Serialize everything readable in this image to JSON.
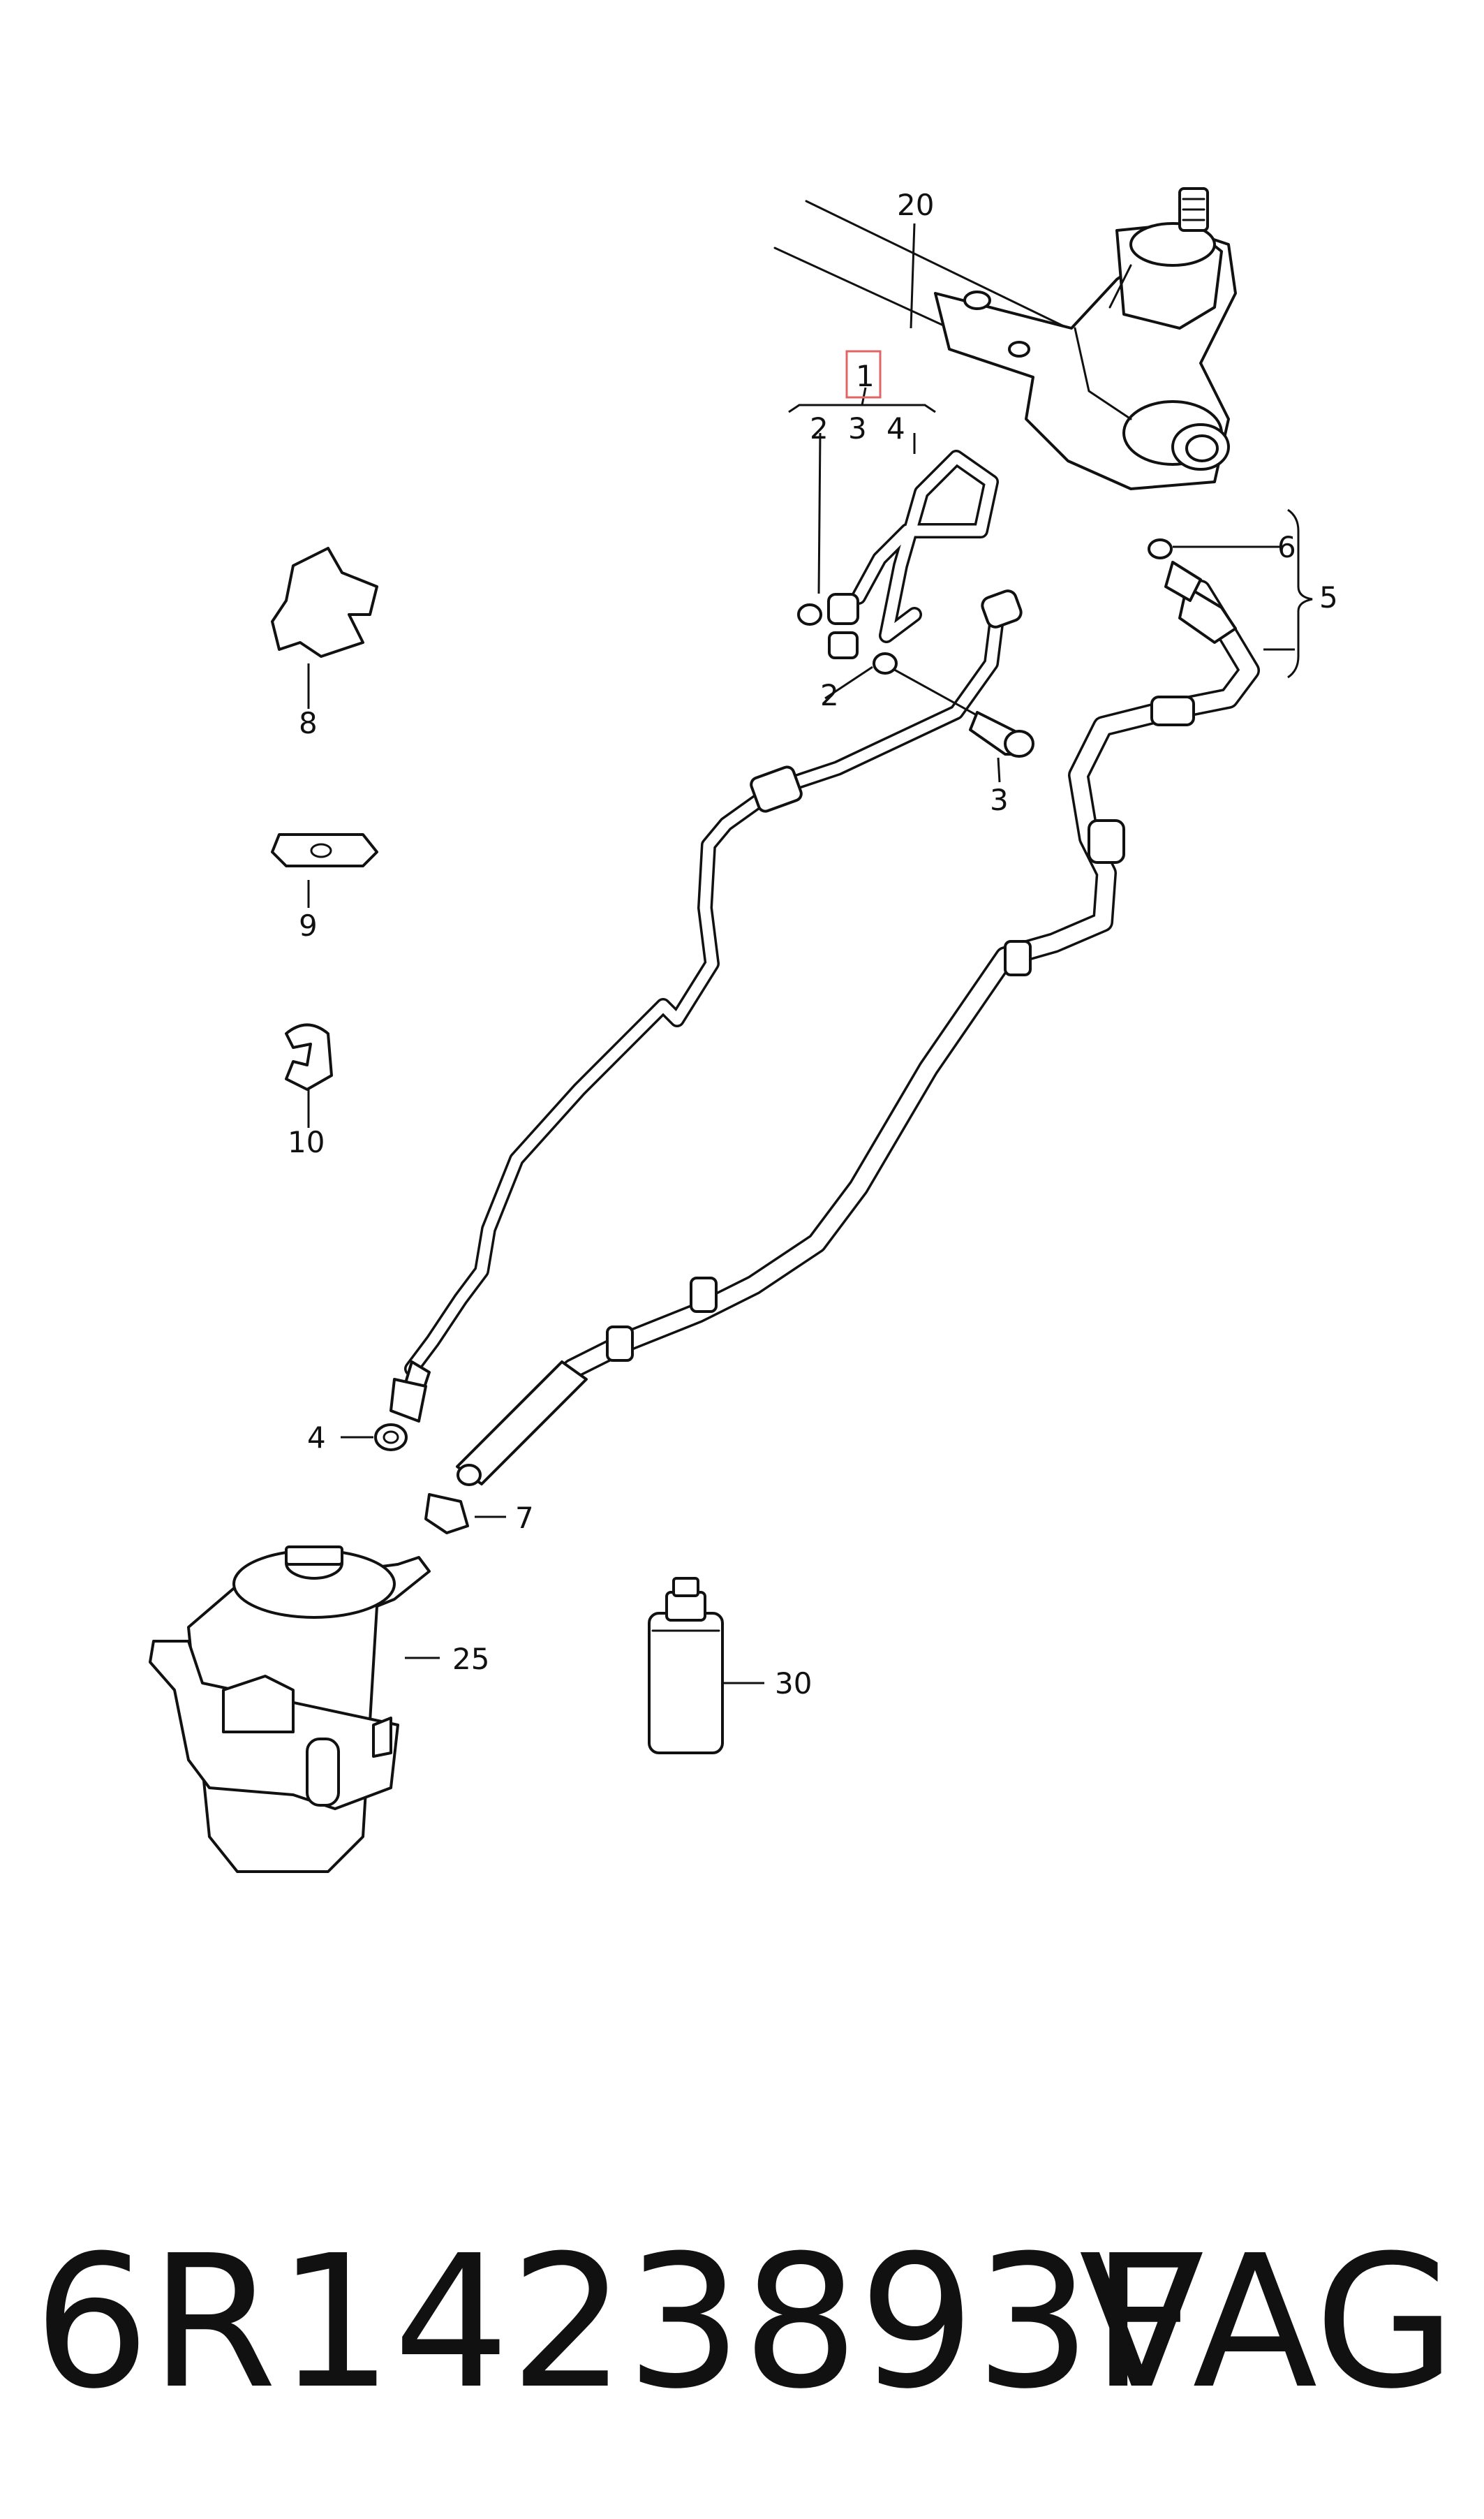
{
  "diagram": {
    "callouts": {
      "c20": "20",
      "c1": "1",
      "c2a": "2",
      "c3a": "3",
      "c4a": "4",
      "c6": "6",
      "c5": "5",
      "c8": "8",
      "c2b": "2",
      "c3b": "3",
      "c9": "9",
      "c10": "10",
      "c4b": "4",
      "c7": "7",
      "c25": "25",
      "c30": "30"
    },
    "highlight_color": "#e06666"
  },
  "footer": {
    "part_number": "6R1423893F",
    "brand": "VAG"
  }
}
